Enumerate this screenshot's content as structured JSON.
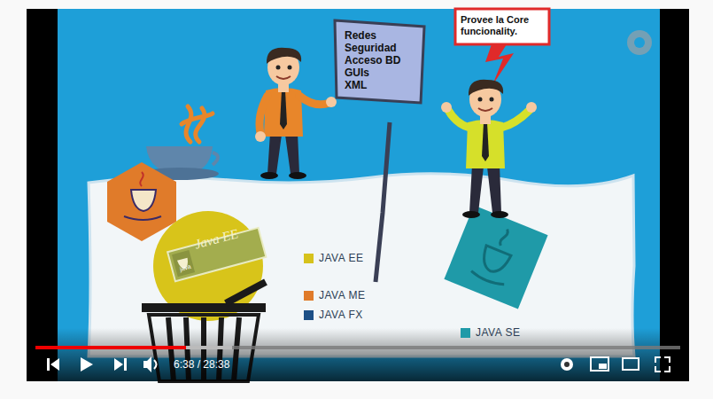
{
  "diagram": {
    "nodes": [
      {
        "text": [
          "Redes",
          "Seguridad",
          "Acceso BD",
          "GUIs",
          "XML"
        ]
      },
      {
        "text": [
          "Provee la Core funcionality."
        ]
      }
    ],
    "labels": [
      "Java EE",
      "java",
      "6:38 / 28:38"
    ],
    "legend": [
      {
        "text": "JAVA EE",
        "color": "#d6c21c"
      },
      {
        "text": "JAVA ME",
        "color": "#e07b2a"
      },
      {
        "text": "JAVA FX",
        "color": "#1c4f86"
      },
      {
        "text": "JAVA SE",
        "color": "#1f9aa8"
      }
    ]
  }
}
